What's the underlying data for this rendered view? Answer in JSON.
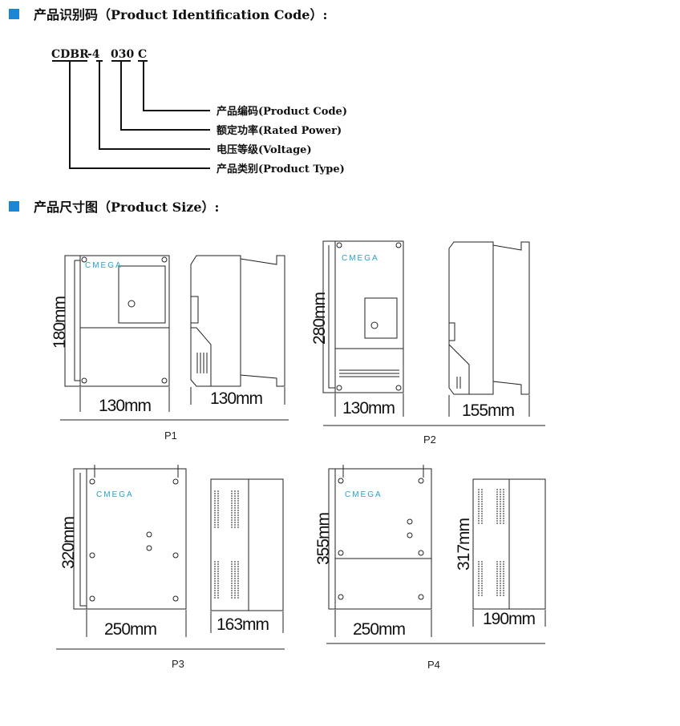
{
  "accent_color": "#1a86d6",
  "section1": {
    "title": "产品识别码（Product Identification Code）:"
  },
  "code": {
    "part_type": "CDBR",
    "part_voltage": "-4",
    "part_power": "030",
    "part_code": "C",
    "labels": [
      "产品编码(Product Code)",
      "额定功率(Rated Power)",
      "电压等级(Voltage)",
      "产品类别(Product Type)"
    ]
  },
  "section2": {
    "title": "产品尺寸图（Product Size）:"
  },
  "brand": "CMEGA",
  "panels": [
    {
      "name": "P1",
      "height": "180mm",
      "width": "130mm",
      "depth": "130mm"
    },
    {
      "name": "P2",
      "height": "280mm",
      "width": "130mm",
      "depth": "155mm"
    },
    {
      "name": "P3",
      "height": "320mm",
      "width": "250mm",
      "depth": "163mm"
    },
    {
      "name": "P4",
      "height": "355mm",
      "width": "250mm",
      "depth": "190mm",
      "side_height": "317mm"
    }
  ]
}
